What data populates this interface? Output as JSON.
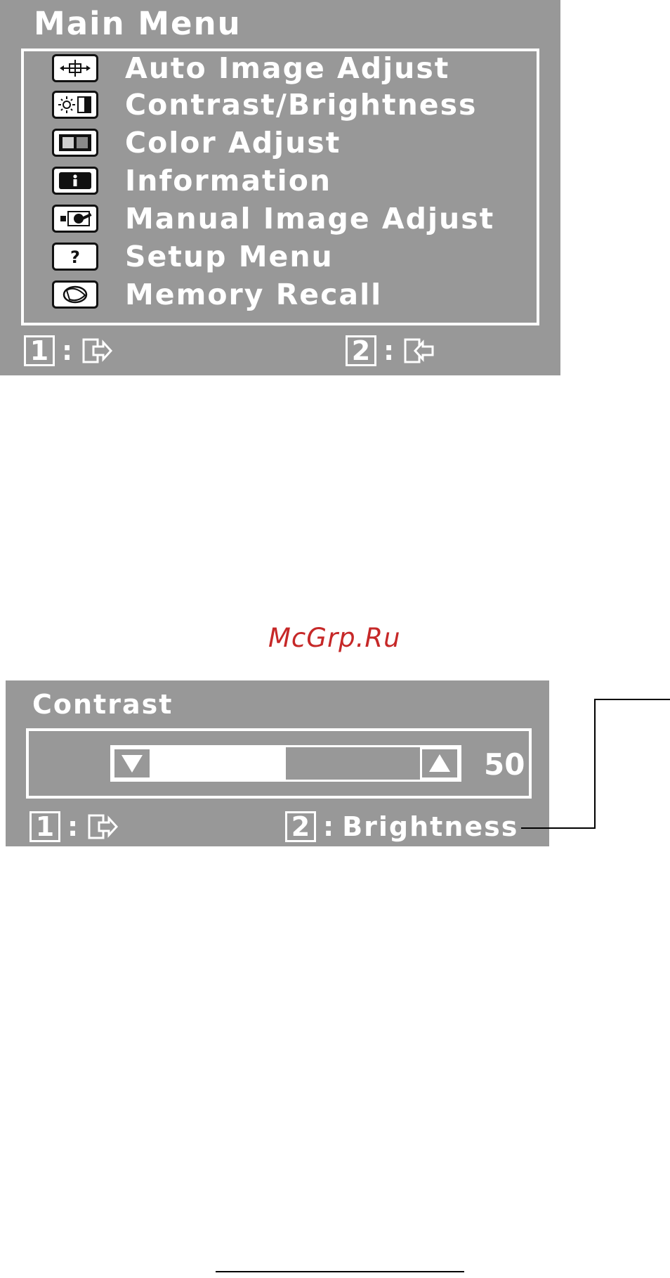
{
  "main_menu": {
    "title": "Main Menu",
    "items": [
      {
        "label": "Auto Image Adjust",
        "icon": "crosshair-icon"
      },
      {
        "label": "Contrast/Brightness",
        "icon": "sun-contrast-icon"
      },
      {
        "label": "Color Adjust",
        "icon": "color-bars-icon"
      },
      {
        "label": "Information",
        "icon": "info-icon"
      },
      {
        "label": "Manual Image Adjust",
        "icon": "wrench-icon"
      },
      {
        "label": "Setup Menu",
        "icon": "question-icon"
      },
      {
        "label": "Memory Recall",
        "icon": "memory-recall-icon"
      }
    ],
    "hints": [
      {
        "key": "1",
        "colon": ":",
        "icon": "exit-icon"
      },
      {
        "key": "2",
        "colon": ":",
        "icon": "enter-icon"
      }
    ]
  },
  "watermark": "McGrp.Ru",
  "contrast": {
    "title": "Contrast",
    "value": "50",
    "level_percent": 50,
    "hints": [
      {
        "key": "1",
        "colon": ":",
        "icon": "exit-icon"
      },
      {
        "key": "2",
        "colon": ":",
        "label": "Brightness"
      }
    ]
  },
  "colors": {
    "osd_background": "#989898",
    "osd_foreground": "#ffffff",
    "watermark": "#c62828"
  }
}
